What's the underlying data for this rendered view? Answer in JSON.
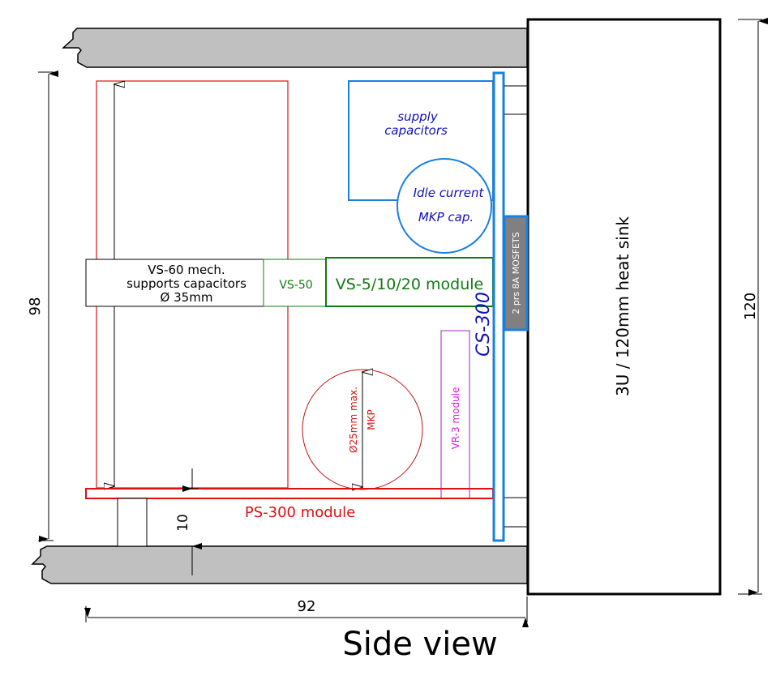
{
  "labels": {
    "heat_sink": "3U / 120mm heat sink",
    "dim_height_total": "120",
    "dim_height_inner": "98",
    "dim_width": "92",
    "dim_standoff": "10",
    "title": "Side view",
    "vs60_line1": "VS-60 mech.",
    "vs60_line2": "supports capacitors",
    "vs60_line3": "Ø 35mm",
    "vs50": "VS-50",
    "vs_module": "VS-5/10/20 module",
    "supply_line1": "supply",
    "supply_line2": "capacitors",
    "idle_line1": "Idle current",
    "idle_line2": "MKP cap.",
    "cs300": "CS-300",
    "mosfets": "2 prs 8A MOSFETS",
    "vr3": "VR-3 module",
    "mkp_dim": "Ø25mm max.",
    "mkp": "MKP",
    "ps300": "PS-300 module"
  },
  "colors": {
    "red": "#e01010",
    "green": "#127a12",
    "blue": "#1a80e0",
    "darkblue": "#1010c0",
    "magenta": "#c020d0",
    "chassis": "#c0c0c0",
    "mosfet": "#808080"
  }
}
